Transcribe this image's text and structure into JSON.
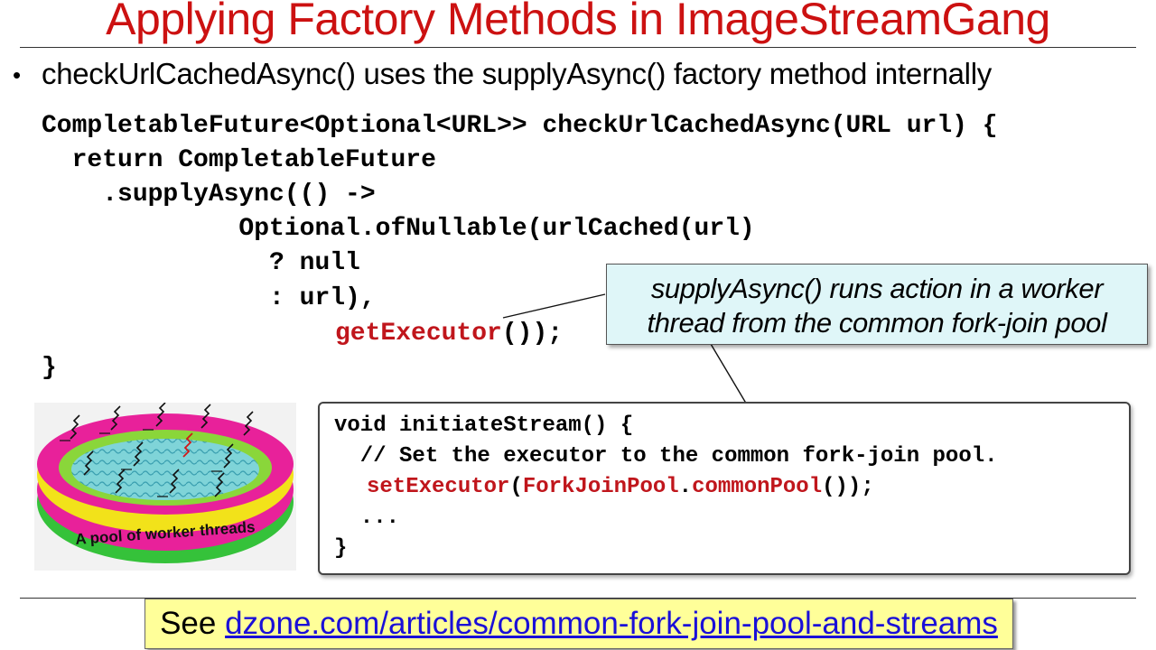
{
  "slide": {
    "title": "Applying Factory Methods in ImageStreamGang",
    "bullet": "checkUrlCachedAsync() uses the supplyAsync() factory method internally"
  },
  "code_main": {
    "l1": "CompletableFuture<Optional<URL>> checkUrlCachedAsync(URL url) {",
    "l2": "  return CompletableFuture",
    "l3": "    .supplyAsync(() ->",
    "l4": "             Optional.ofNullable(urlCached(url)",
    "l5": "               ? null",
    "l6": "               : url),",
    "l7_red": "getExecutor",
    "l7_rest": "());",
    "l8": "}"
  },
  "callout": {
    "line1": "supplyAsync() runs action in a worker",
    "line2": "thread from the common fork-join pool"
  },
  "pool_image": {
    "label": "A pool of worker threads"
  },
  "code_box": {
    "l1": "void initiateStream() {",
    "l2": "  // Set the executor to the common fork-join pool.",
    "l3_a": "setExecutor",
    "l3_b": "(",
    "l3_c": "ForkJoinPool",
    "l3_d": ".",
    "l3_e": "commonPool",
    "l3_f": "());",
    "l4": "  ...",
    "l5": "}"
  },
  "footer": {
    "see": "See ",
    "link": "dzone.com/articles/common-fork-join-pool-and-streams"
  },
  "colors": {
    "title": "#cc1111",
    "code_red": "#c0161c",
    "callout_bg": "#dff6f8",
    "see_bg": "#ffff99",
    "link": "#1a0fd8"
  }
}
